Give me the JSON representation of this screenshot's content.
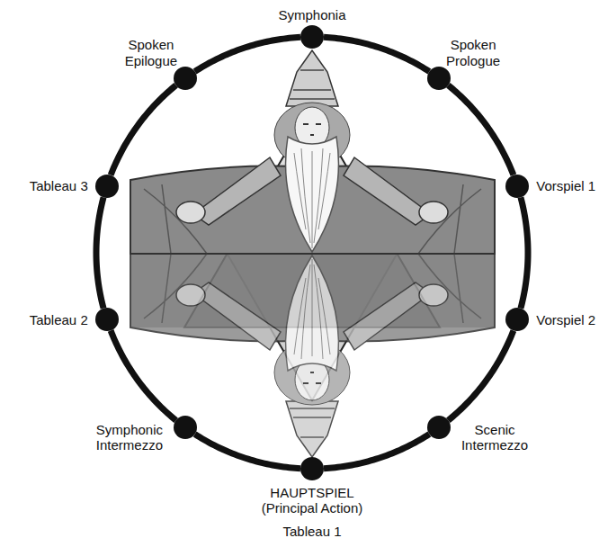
{
  "diagram": {
    "nodes": [
      {
        "text": [
          "Symphonia"
        ]
      },
      {
        "text": [
          "Spoken Prologue"
        ]
      },
      {
        "text": [
          "Vorspiel 1"
        ]
      },
      {
        "text": [
          "Vorspiel 2"
        ]
      },
      {
        "text": [
          "Scenic Intermezzo"
        ]
      },
      {
        "text": [
          "HAUPTSPIEL (Principal Action)",
          "Tableau 1"
        ]
      },
      {
        "text": [
          "Symphonic Intermezzo"
        ]
      },
      {
        "text": [
          "Tableau 2"
        ]
      },
      {
        "text": [
          "Tableau 3"
        ]
      },
      {
        "text": [
          "Spoken Epilogue"
        ]
      }
    ],
    "edges": [
      {
        "from": 0,
        "to": 1,
        "arrow": "none"
      },
      {
        "from": 1,
        "to": 2,
        "arrow": "none"
      },
      {
        "from": 2,
        "to": 3,
        "arrow": "none"
      },
      {
        "from": 3,
        "to": 4,
        "arrow": "none"
      },
      {
        "from": 4,
        "to": 5,
        "arrow": "none"
      },
      {
        "from": 5,
        "to": 6,
        "arrow": "none"
      },
      {
        "from": 6,
        "to": 7,
        "arrow": "none"
      },
      {
        "from": 7,
        "to": 8,
        "arrow": "none"
      },
      {
        "from": 8,
        "to": 9,
        "arrow": "none"
      },
      {
        "from": 9,
        "to": 0,
        "arrow": "none"
      }
    ]
  }
}
